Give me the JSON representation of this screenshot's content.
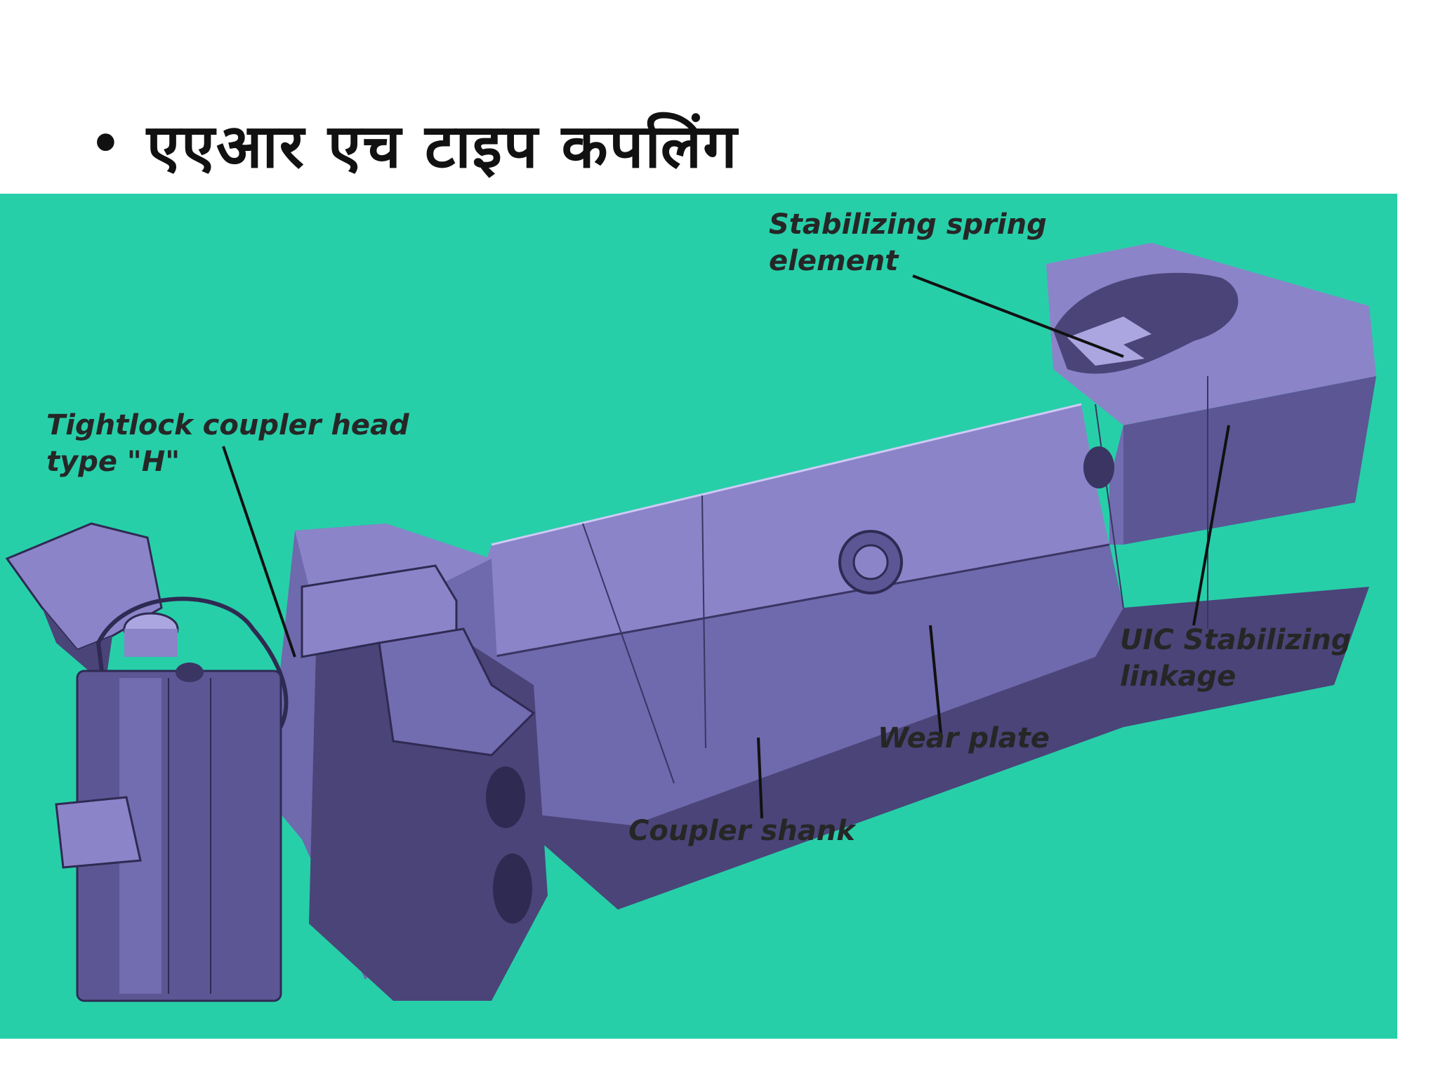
{
  "slide": {
    "bullet": "•",
    "title": "एएआर एच टाइप कपलिंग"
  },
  "callouts": {
    "stabilizing_spring_line1": "Stabilizing spring",
    "stabilizing_spring_line2": "element",
    "coupler_head_line1": "Tightlock coupler head",
    "coupler_head_line2": "type \"H\"",
    "uic_linkage_line1": "UIC Stabilizing",
    "uic_linkage_line2": "linkage",
    "wear_plate": "Wear plate",
    "coupler_shank": "Coupler shank"
  },
  "colors": {
    "panel_background": "#27cfa9",
    "part_body": "#8b84c9",
    "part_shadow": "#4a4478",
    "part_highlight": "#aba6e0",
    "label_text": "#262626"
  }
}
